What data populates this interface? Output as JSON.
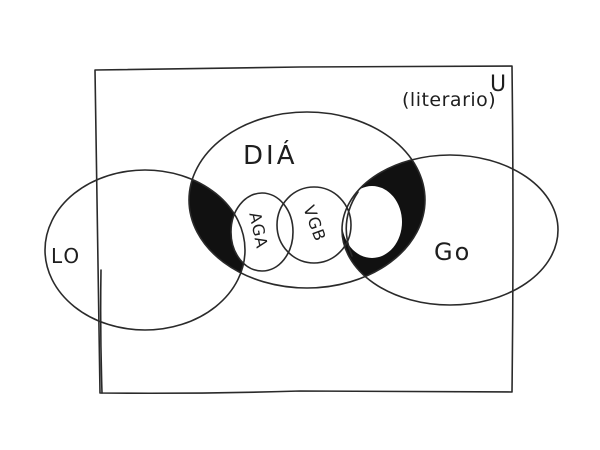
{
  "diagram": {
    "type": "venn",
    "style": "hand-drawn",
    "colors": {
      "ink": "#2a2a2a",
      "shade": "#111111",
      "background": "#ffffff"
    },
    "universe": {
      "symbol": "U",
      "label": "(literario)"
    },
    "sets": [
      {
        "id": "dia",
        "label": "DIÁ"
      },
      {
        "id": "lo",
        "label": "LO"
      },
      {
        "id": "go",
        "label": "Go"
      },
      {
        "id": "aga",
        "label": "AGA"
      },
      {
        "id": "vgb",
        "label": "VGB"
      }
    ],
    "shaded_regions": [
      {
        "id": "lo-and-dia-not-aga",
        "description": "LO ∩ DIÁ outside AGA"
      },
      {
        "id": "go-and-dia-not-inner",
        "description": "Go ∩ DIÁ outside inner circle"
      }
    ]
  }
}
